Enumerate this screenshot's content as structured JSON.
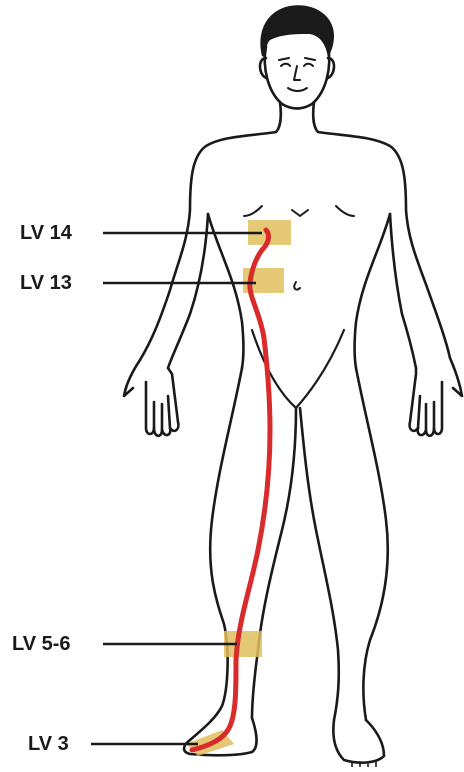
{
  "diagram": {
    "points": [
      {
        "id": "lv14",
        "label": "LV 14"
      },
      {
        "id": "lv13",
        "label": "LV 13"
      },
      {
        "id": "lv56",
        "label": "LV 5-6"
      },
      {
        "id": "lv3",
        "label": "LV 3"
      }
    ],
    "colors": {
      "meridian": "#d92b2b",
      "point_marker": "#e0bf5f",
      "outline": "#1a1a1a",
      "leader_line": "#1a1a1a",
      "label_text": "#1a1a1a"
    }
  }
}
